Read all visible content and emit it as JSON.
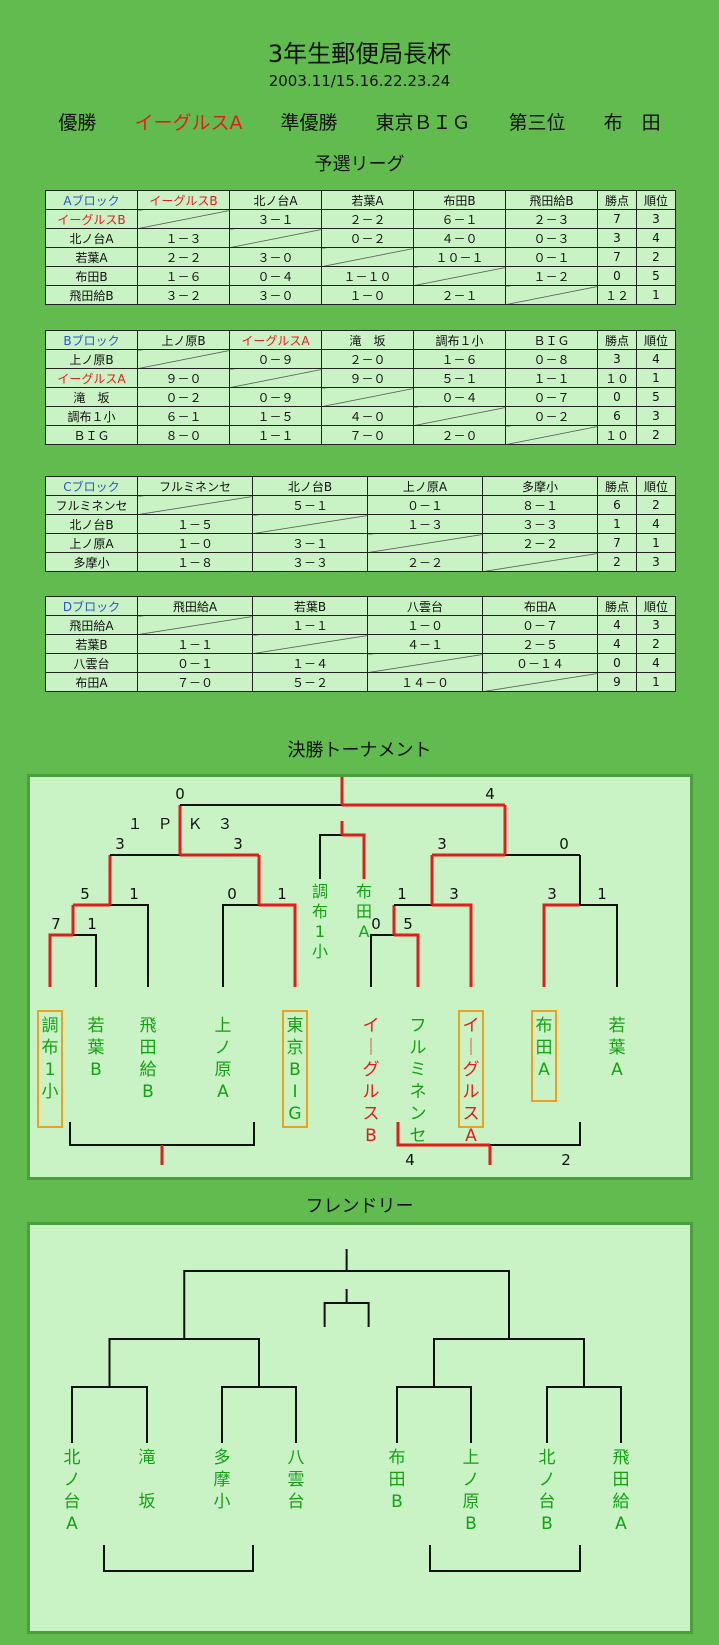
{
  "header": {
    "title": "3年生郵便局長杯",
    "date": "2003.11/15.16.22.23.24",
    "winner_label": "優勝",
    "winner": "イーグルスA",
    "runnerup_label": "準優勝",
    "runnerup": "東京ＢＩＧ",
    "third_label": "第三位",
    "third": "布　田"
  },
  "sections": {
    "league": "予選リーグ",
    "tournament": "決勝トーナメント",
    "friendly": "フレンドリー"
  },
  "blocks": [
    {
      "name": "Aブロック",
      "teams": [
        "イーグルスB",
        "北ノ台A",
        "若葉A",
        "布田B",
        "飛田給B"
      ],
      "red_team": 0,
      "points_label": "勝点",
      "rank_label": "順位",
      "rows": [
        [
          "",
          "３－１",
          "２－２",
          "６－１",
          "２－３",
          "7",
          "3"
        ],
        [
          "１－３",
          "",
          "０－２",
          "４－０",
          "０－３",
          "3",
          "4"
        ],
        [
          "２－２",
          "３－０",
          "",
          "１０－１",
          "０－１",
          "7",
          "2"
        ],
        [
          "１－６",
          "０－４",
          "１－１０",
          "",
          "１－２",
          "0",
          "5"
        ],
        [
          "３－２",
          "３－０",
          "１－０",
          "２－１",
          "",
          "１２",
          "1"
        ]
      ]
    },
    {
      "name": "Bブロック",
      "teams": [
        "上ノ原B",
        "イーグルスA",
        "滝　坂",
        "調布１小",
        "ＢＩＧ"
      ],
      "red_team": 1,
      "points_label": "勝点",
      "rank_label": "順位",
      "rows": [
        [
          "",
          "０－９",
          "２－０",
          "１－６",
          "０－８",
          "3",
          "4"
        ],
        [
          "９－０",
          "",
          "９－０",
          "５－１",
          "１－１",
          "１０",
          "1"
        ],
        [
          "０－２",
          "０－９",
          "",
          "０－４",
          "０－７",
          "0",
          "5"
        ],
        [
          "６－１",
          "１－５",
          "４－０",
          "",
          "０－２",
          "6",
          "3"
        ],
        [
          "８－０",
          "１－１",
          "７－０",
          "２－０",
          "",
          "１０",
          "2"
        ]
      ]
    },
    {
      "name": "Cブロック",
      "teams": [
        "フルミネンセ",
        "北ノ台B",
        "上ノ原A",
        "多摩小"
      ],
      "red_team": -1,
      "points_label": "勝点",
      "rank_label": "順位",
      "rows": [
        [
          "",
          "５－１",
          "０－１",
          "８－１",
          "6",
          "2"
        ],
        [
          "１－５",
          "",
          "１－３",
          "３－３",
          "1",
          "4"
        ],
        [
          "１－０",
          "３－１",
          "",
          "２－２",
          "7",
          "1"
        ],
        [
          "１－８",
          "３－３",
          "２－２",
          "",
          "2",
          "3"
        ]
      ]
    },
    {
      "name": "Dブロック",
      "teams": [
        "飛田給A",
        "若葉B",
        "八雲台",
        "布田A"
      ],
      "red_team": -1,
      "points_label": "勝点",
      "rank_label": "順位",
      "rows": [
        [
          "",
          "１－１",
          "１－０",
          "０－７",
          "4",
          "3"
        ],
        [
          "１－１",
          "",
          "４－１",
          "２－５",
          "4",
          "2"
        ],
        [
          "０－１",
          "１－４",
          "",
          "０－１４",
          "0",
          "4"
        ],
        [
          "７－０",
          "５－２",
          "１４－０",
          "",
          "9",
          "1"
        ]
      ]
    }
  ],
  "tournament": {
    "teams": [
      "調布1小",
      "若葉B",
      "飛田給B",
      "上ノ原A",
      "東京BIG",
      "イーグルスB",
      "フルミネンセ",
      "イーグルスA",
      "布田A",
      "若葉A"
    ],
    "third_place": [
      "調布1小",
      "布田A"
    ],
    "scores": {
      "final_left": "0",
      "final_right": "4",
      "pk": "１　Ｐ　Ｋ　３",
      "semi_l_left": "3",
      "semi_l_right": "3",
      "semi_r_left": "3",
      "semi_r_right": "0",
      "qf1_left": "5",
      "qf1_right": "1",
      "qf2_left": "0",
      "qf2_right": "1",
      "qf3_left": "1",
      "qf3_right": "3",
      "qf4_left": "3",
      "qf4_right": "1",
      "r1_left_a": "7",
      "r1_left_b": "1",
      "r1_right_a": "0",
      "r1_right_b": "5",
      "third_left": "4",
      "third_right": "2"
    }
  },
  "friendly": {
    "teams": [
      "北ノ台A",
      "滝　坂",
      "多摩小",
      "八雲台",
      "布田B",
      "上ノ原B",
      "北ノ台B",
      "飛田給A"
    ]
  },
  "colors": {
    "win": "#e51c1c",
    "team": "#14a114",
    "box": "#f0a020",
    "bg": "#62bb4f",
    "panel": "#c9f2c5"
  }
}
